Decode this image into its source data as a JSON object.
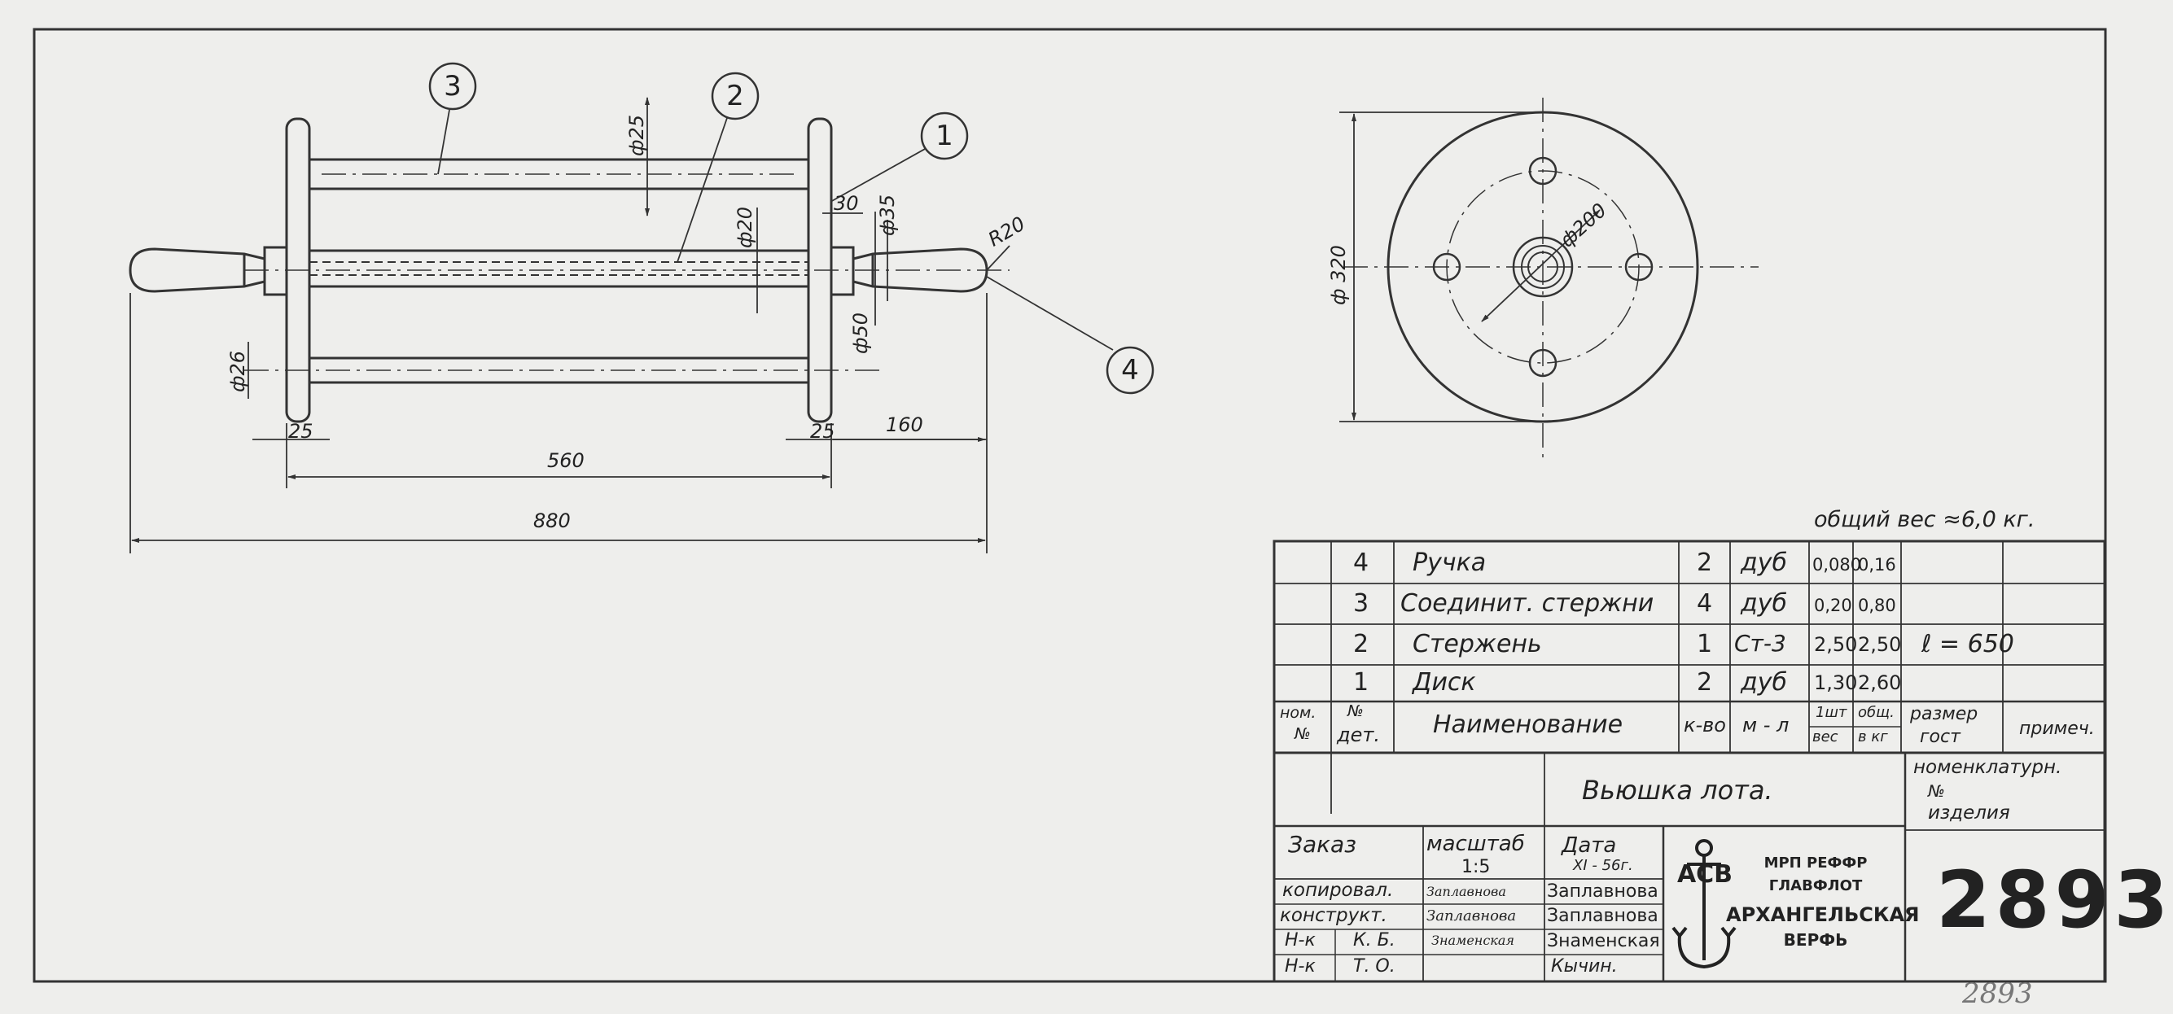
{
  "callouts": [
    {
      "num": "1"
    },
    {
      "num": "2"
    },
    {
      "num": "3"
    },
    {
      "num": "4"
    }
  ],
  "dimensions": {
    "d25": "ф25",
    "d20": "ф20",
    "d35": "ф35",
    "d50": "ф50",
    "d26": "ф26",
    "r20": "R20",
    "len30": "30",
    "len25a": "25",
    "len25b": "25",
    "len160": "160",
    "len560": "560",
    "len880": "880",
    "d320": "ф 320",
    "d200": "ф200"
  },
  "total_weight": "общий вес ≈6,0 кг.",
  "parts": [
    {
      "num": "4",
      "name": "Ручка",
      "qty": "2",
      "material": "дуб",
      "w1": "0,080",
      "wt": "0,16",
      "size": "",
      "note": ""
    },
    {
      "num": "3",
      "name": "Соединит. стержни",
      "qty": "4",
      "material": "дуб",
      "w1": "0,20",
      "wt": "0,80",
      "size": "",
      "note": ""
    },
    {
      "num": "2",
      "name": "Стержень",
      "qty": "1",
      "material": "Ст-3",
      "w1": "2,50",
      "wt": "2,50",
      "size": "ℓ = 650",
      "note": ""
    },
    {
      "num": "1",
      "name": "Диск",
      "qty": "2",
      "material": "дуб",
      "w1": "1,30",
      "wt": "2,60",
      "size": "",
      "note": ""
    }
  ],
  "headers": {
    "nom": "ном.",
    "nom2": "№",
    "det1": "№",
    "det2": "дет.",
    "name": "Наименование",
    "qty": "к-во",
    "material": "м - л",
    "w1a": "1шт",
    "w1b": "вес",
    "wta": "общ.",
    "wtb": "в кг",
    "size1": "размер",
    "size2": "гост",
    "note": "примеч."
  },
  "title_block": {
    "product": "Вьюшка лота.",
    "nomenclature1": "номенклатурн.",
    "nomenclature2": "№",
    "nomenclature3": "изделия",
    "order": "Заказ",
    "scale_label": "масштаб",
    "scale": "1:5",
    "date_label": "Дата",
    "date": "XI - 56г.",
    "role_copy": "копировал.",
    "role_design": "конструкт.",
    "role_nk1": "Н-к",
    "role_nk1b": "К. Б.",
    "role_nk2": "Н-к",
    "role_nk2b": "Т. О.",
    "sig_copy": "Заплавнова",
    "sig_design": "Заплавнова",
    "sig_nk1": "Знаменская",
    "name_copy": "Заплавнова",
    "name_design": "Заплавнова",
    "name_nk1": "Знаменская",
    "name_nk2": "Кычин.",
    "org1": "МРП РЕФФР",
    "org2": "ГЛАВФЛОТ",
    "org3": "АРХАНГЕЛЬСКАЯ",
    "org4": "ВЕРФЬ",
    "logo": "АСВ",
    "drawing_number": "2893",
    "handwritten_number": "2893"
  }
}
